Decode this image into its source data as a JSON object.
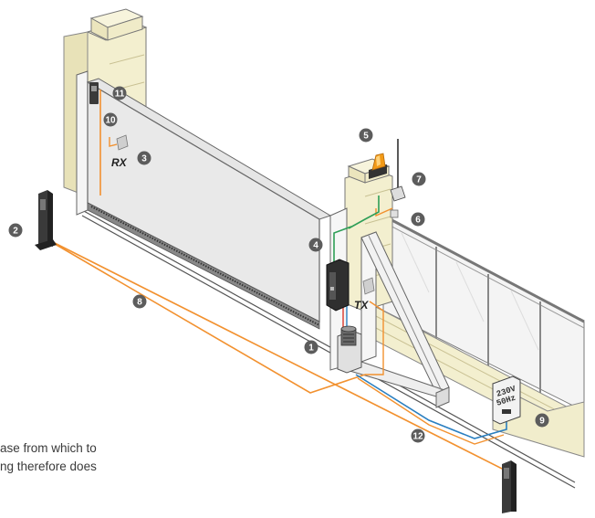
{
  "markers": [
    {
      "id": "1",
      "label": "1"
    },
    {
      "id": "2",
      "label": "2"
    },
    {
      "id": "3",
      "label": "3"
    },
    {
      "id": "4",
      "label": "4"
    },
    {
      "id": "5",
      "label": "5"
    },
    {
      "id": "6",
      "label": "6"
    },
    {
      "id": "7",
      "label": "7"
    },
    {
      "id": "8",
      "label": "8"
    },
    {
      "id": "9",
      "label": "9"
    },
    {
      "id": "10",
      "label": "10"
    },
    {
      "id": "11",
      "label": "11"
    },
    {
      "id": "12",
      "label": "12"
    }
  ],
  "labels": {
    "rx": "RX",
    "tx": "TX",
    "power_line1": "230V",
    "power_line2": "50Hz"
  },
  "caption_fragments": {
    "line1": "ase from which to",
    "line2": "ng therefore does"
  },
  "colors": {
    "cable_orange": "#f2912f",
    "cable_green": "#2e9e57",
    "cable_blue": "#2a7fc0",
    "cable_red": "#d9392b",
    "marker_fill": "#5c5c5c",
    "lamp_orange": "#f29a17",
    "wall_fill": "#f3efcf"
  }
}
